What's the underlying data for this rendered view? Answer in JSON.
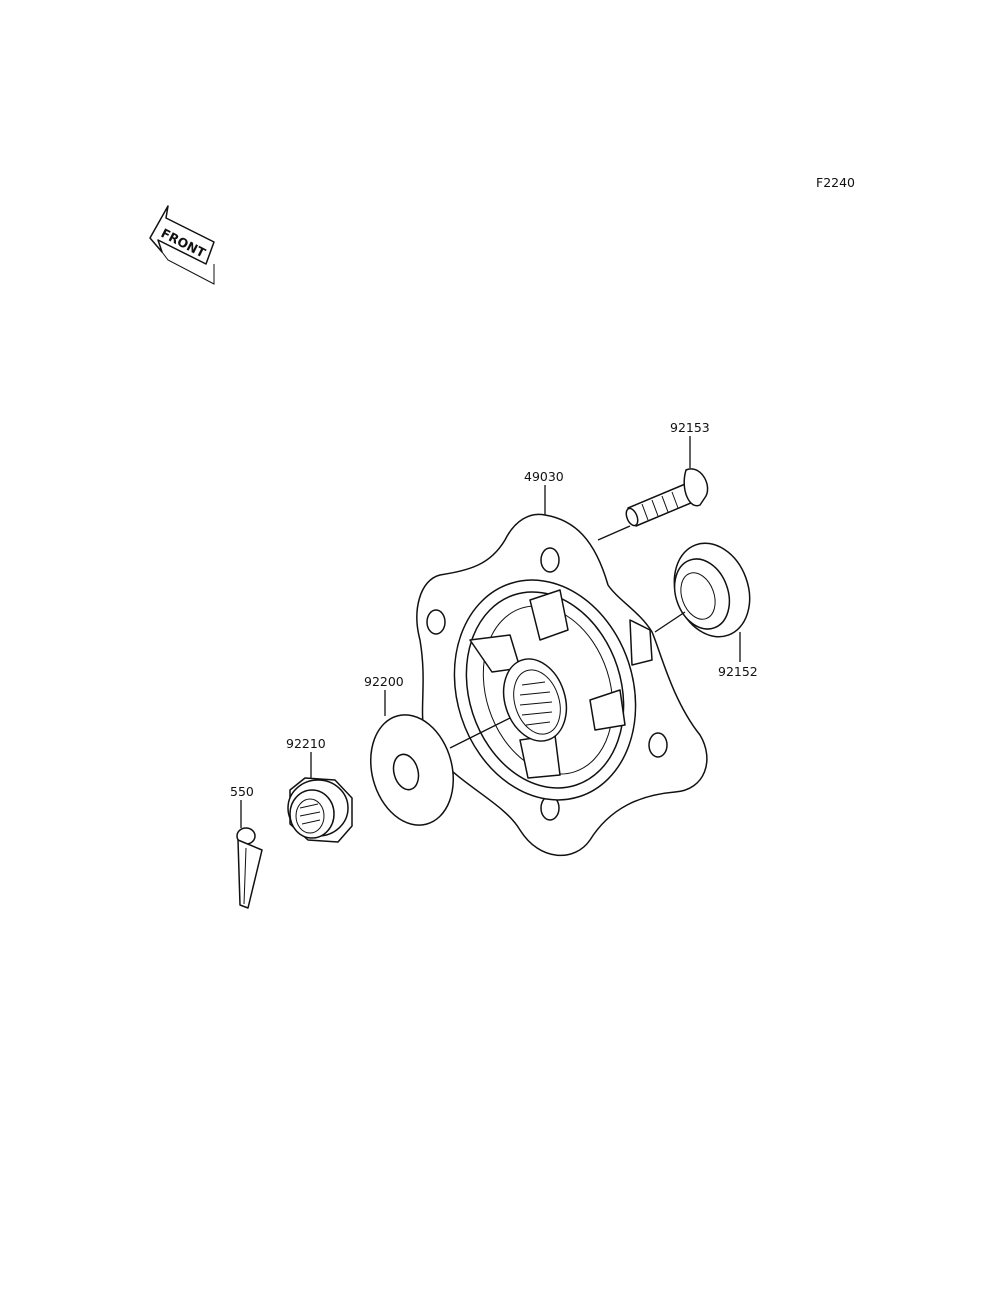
{
  "diagram": {
    "figure_code": "F2240",
    "front_arrow_text": "FRONT",
    "parts": [
      {
        "id": "49030"
      },
      {
        "id": "92153"
      },
      {
        "id": "92152"
      },
      {
        "id": "92200"
      },
      {
        "id": "92210"
      },
      {
        "id": "550"
      }
    ]
  }
}
